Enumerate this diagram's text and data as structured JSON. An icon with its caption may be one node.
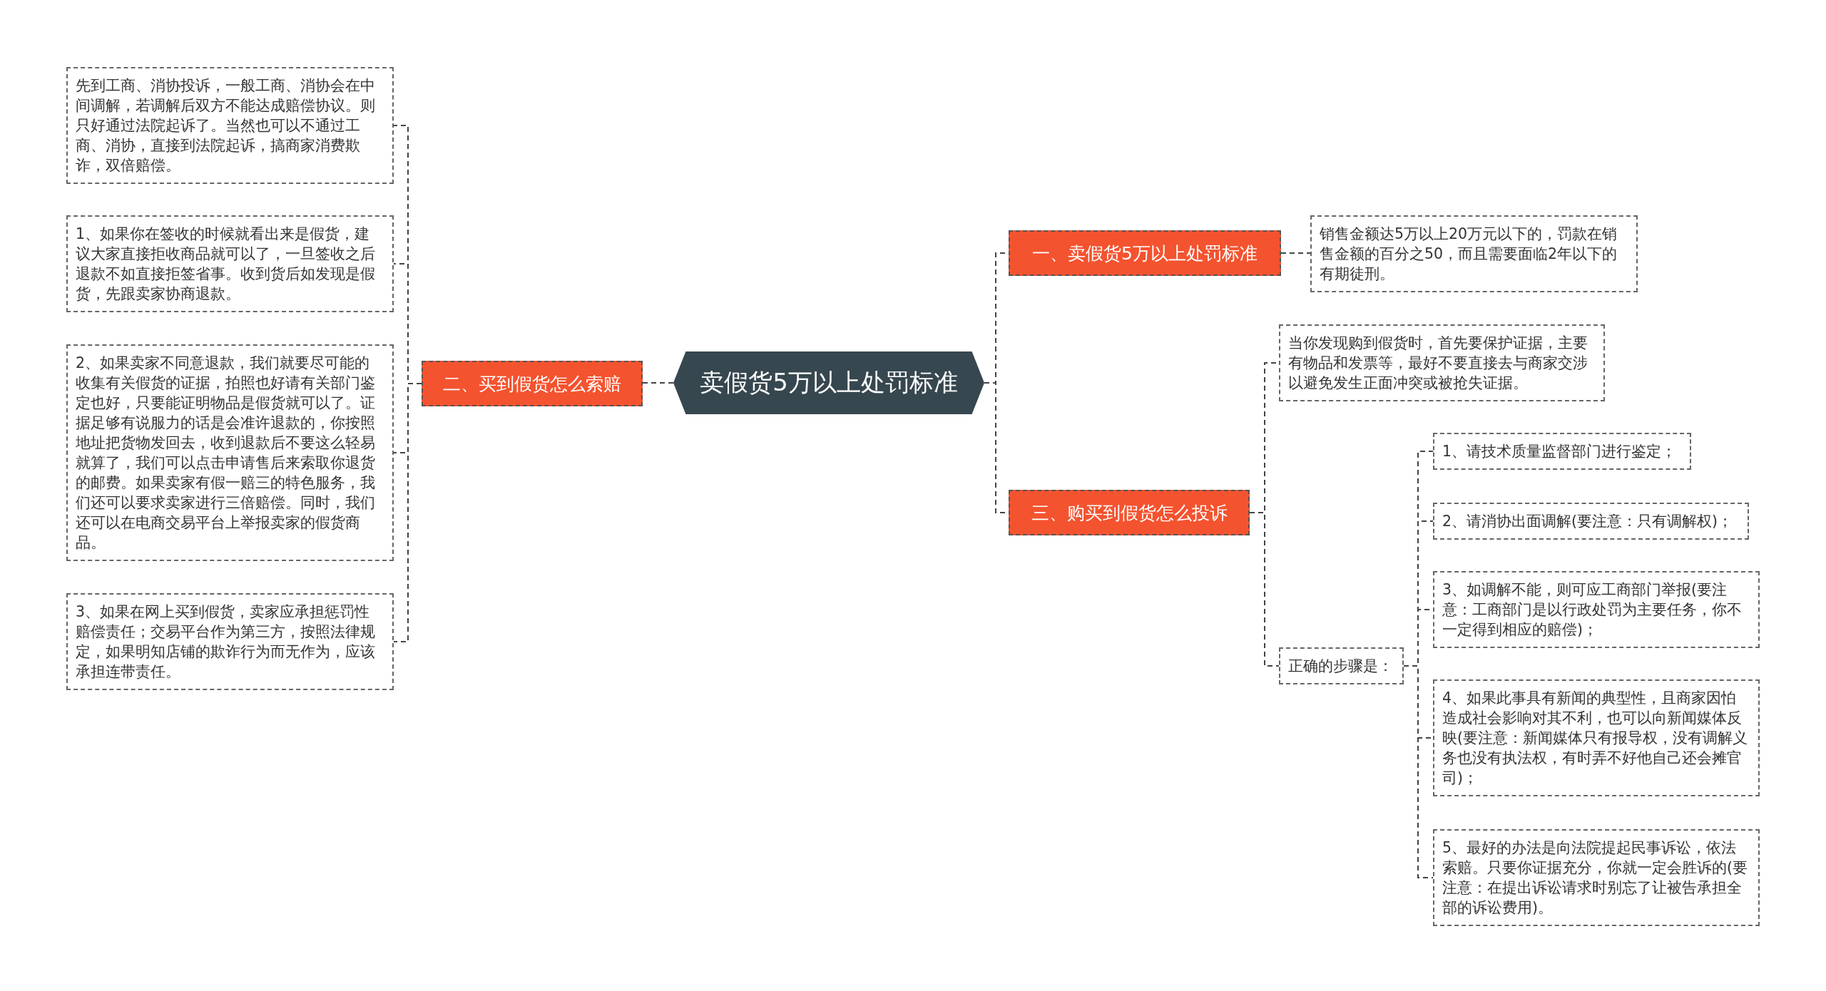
{
  "diagram": {
    "nodes": [
      {
        "text": [
          "卖假货5万以上处罚标准"
        ]
      },
      {
        "text": [
          "一、卖假货5万以上处罚标准"
        ]
      },
      {
        "text": [
          "销售金额达5万以上20万元以下的，罚款在销售金额的百分之50，而且需要面临2年以下的有期徒刑。"
        ]
      },
      {
        "text": [
          "二、买到假货怎么索赔"
        ]
      },
      {
        "text": [
          "先到工商、消协投诉，一般工商、消协会在中间调解，若调解后双方不能达成赔偿协议。则只好通过法院起诉了。当然也可以不通过工商、消协，直接到法院起诉，搞商家消费欺诈，双倍赔偿。"
        ]
      },
      {
        "text": [
          "1、如果你在签收的时候就看出来是假货，建议大家直接拒收商品就可以了，一旦签收之后退款不如直接拒签省事。收到货后如发现是假货，先跟卖家协商退款。"
        ]
      },
      {
        "text": [
          "2、如果卖家不同意退款，我们就要尽可能的收集有关假货的证据，拍照也好请有关部门鉴定也好，只要能证明物品是假货就可以了。证据足够有说服力的话是会准许退款的，你按照地址把货物发回去，收到退款后不要这么轻易就算了，我们可以点击申请售后来索取你退货的邮费。如果卖家有假一赔三的特色服务，我们还可以要求卖家进行三倍赔偿。同时，我们还可以在电商交易平台上举报卖家的假货商品。"
        ]
      },
      {
        "text": [
          "3、如果在网上买到假货，卖家应承担惩罚性赔偿责任；交易平台作为第三方，按照法律规定，如果明知店铺的欺诈行为而无作为，应该承担连带责任。"
        ]
      },
      {
        "text": [
          "三、购买到假货怎么投诉"
        ]
      },
      {
        "text": [
          "当你发现购到假货时，首先要保护证据，主要有物品和发票等，最好不要直接去与商家交涉以避免发生正面冲突或被抢失证据。"
        ]
      },
      {
        "text": [
          "正确的步骤是："
        ]
      },
      {
        "text": [
          "1、请技术质量监督部门进行鉴定；"
        ]
      },
      {
        "text": [
          "2、请消协出面调解(要注意：只有调解权)；"
        ]
      },
      {
        "text": [
          "3、如调解不能，则可应工商部门举报(要注意：工商部门是以行政处罚为主要任务，你不一定得到相应的赔偿)；"
        ]
      },
      {
        "text": [
          "4、如果此事具有新闻的典型性，且商家因怕造成社会影响对其不利，也可以向新闻媒体反映(要注意：新闻媒体只有报导权，没有调解义务也没有执法权，有时弄不好他自己还会摊官司)；"
        ]
      },
      {
        "text": [
          "5、最好的办法是向法院提起民事诉讼，依法索赔。只要你证据充分，你就一定会胜诉的(要注意：在提出诉讼请求时别忘了让被告承担全部的诉讼费用)。"
        ]
      }
    ],
    "edges": [
      {
        "from": 0,
        "to": 1,
        "arrow": "none"
      },
      {
        "from": 0,
        "to": 3,
        "arrow": "none"
      },
      {
        "from": 0,
        "to": 8,
        "arrow": "none"
      },
      {
        "from": 1,
        "to": 2,
        "arrow": "none"
      },
      {
        "from": 3,
        "to": 4,
        "arrow": "none"
      },
      {
        "from": 3,
        "to": 5,
        "arrow": "none"
      },
      {
        "from": 3,
        "to": 6,
        "arrow": "none"
      },
      {
        "from": 3,
        "to": 7,
        "arrow": "none"
      },
      {
        "from": 8,
        "to": 9,
        "arrow": "none"
      },
      {
        "from": 8,
        "to": 10,
        "arrow": "none"
      },
      {
        "from": 10,
        "to": 11,
        "arrow": "none"
      },
      {
        "from": 10,
        "to": 12,
        "arrow": "none"
      },
      {
        "from": 10,
        "to": 13,
        "arrow": "none"
      },
      {
        "from": 10,
        "to": 14,
        "arrow": "none"
      },
      {
        "from": 10,
        "to": 15,
        "arrow": "none"
      }
    ]
  }
}
